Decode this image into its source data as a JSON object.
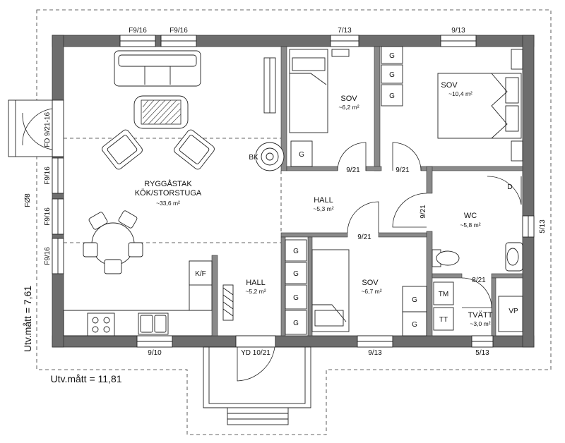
{
  "rooms": {
    "living": {
      "name1": "RYGGÅSTAK",
      "name2": "KÖK/STORSTUGA",
      "area": "~33,6 m²"
    },
    "hall_right": {
      "name": "HALL",
      "area": "~5,3 m²"
    },
    "hall_left": {
      "name": "HALL",
      "area": "~5,2 m²"
    },
    "sov_small": {
      "name": "SOV",
      "area": "~6,2 m²"
    },
    "sov_large": {
      "name": "SOV",
      "area": "~10,4 m²"
    },
    "sov_bottom": {
      "name": "SOV",
      "area": "~6,7 m²"
    },
    "wc": {
      "name": "WC",
      "area": "~5,8 m²"
    },
    "tvatt": {
      "name": "TVÄTT",
      "area": "~3,0 m²"
    }
  },
  "windows": {
    "top1": "F9/16",
    "top2": "F9/16",
    "top3": "7/13",
    "top4": "9/13",
    "left1": "FD 9/21-16",
    "left2": "F9/16",
    "left3": "F9/16",
    "left4": "F9/16",
    "left_total": "FØ8",
    "bottom1": "9/10",
    "bottom_door": "YD 10/21",
    "bottom2": "9/13",
    "bottom3": "5/13",
    "right1": "5/13"
  },
  "doors": {
    "d1": "9/21",
    "d2": "9/21",
    "d3": "9/21",
    "d4": "9/21",
    "d5": "8/21"
  },
  "fixtures": {
    "wardrobe": "G",
    "boiler": "BK",
    "fridge": "K/F",
    "closet_d": "D",
    "tm": "TM",
    "tt": "TT",
    "vp": "VP"
  },
  "dimensions": {
    "height": "Utv.mått = 7,61",
    "width": "Utv.mått = 11,81"
  }
}
